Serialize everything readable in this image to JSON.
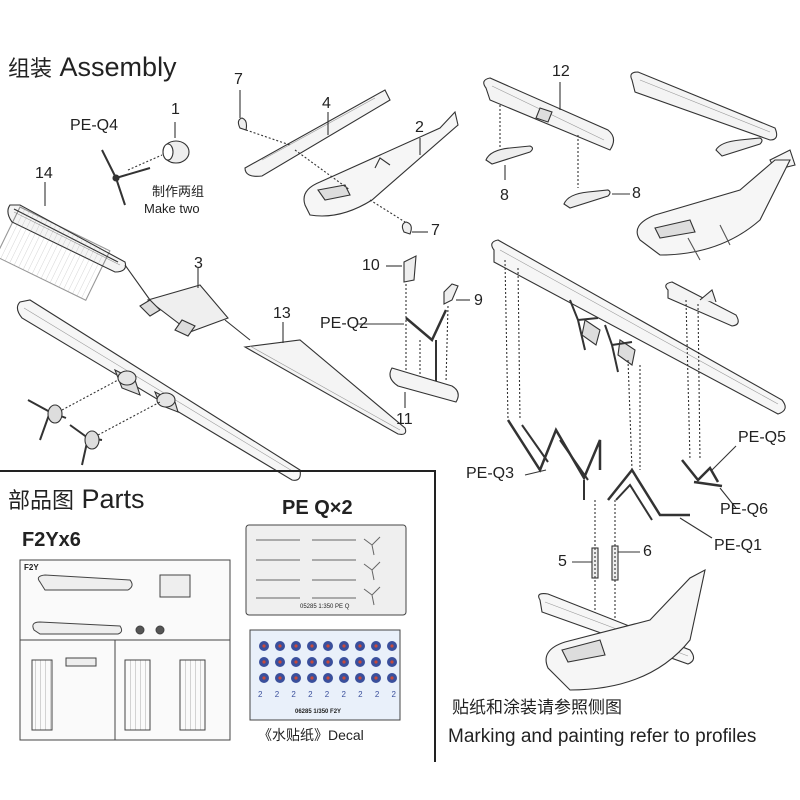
{
  "assembly": {
    "cn": "组装",
    "en": "Assembly"
  },
  "parts": {
    "cn": "部品图",
    "en": "Parts"
  },
  "labels": {
    "l1": "1",
    "l2": "2",
    "l3": "3",
    "l4": "4",
    "l5": "5",
    "l6": "6",
    "l7a": "7",
    "l7b": "7",
    "l8a": "8",
    "l8b": "8",
    "l9": "9",
    "l10": "10",
    "l11": "11",
    "l12": "12",
    "l13": "13",
    "l14": "14",
    "peq1": "PE-Q1",
    "peq2": "PE-Q2",
    "peq3": "PE-Q3",
    "peq4": "PE-Q4",
    "peq5": "PE-Q5",
    "peq6": "PE-Q6"
  },
  "make_two": {
    "cn": "制作两组",
    "en": "Make two"
  },
  "sprue": {
    "title": "F2Yx6",
    "tag": "F2Y"
  },
  "pe_sheet": {
    "title": "PE Q×2",
    "code": "05285 1:350 PE Q"
  },
  "decal": {
    "caption_cn": "《水贴纸》",
    "caption_en": "Decal",
    "code": "06285 1/350   F2Y",
    "numbers": [
      "2",
      "2",
      "2",
      "2",
      "2",
      "2",
      "2",
      "2",
      "2"
    ]
  },
  "marking": {
    "cn": "贴纸和涂装请参照侧图",
    "en": "Marking and painting refer to profiles"
  },
  "colors": {
    "line": "#333333",
    "fill": "#f2f2f2",
    "roundel": "#3a4f9c",
    "roundel_center": "#c94a3a"
  }
}
